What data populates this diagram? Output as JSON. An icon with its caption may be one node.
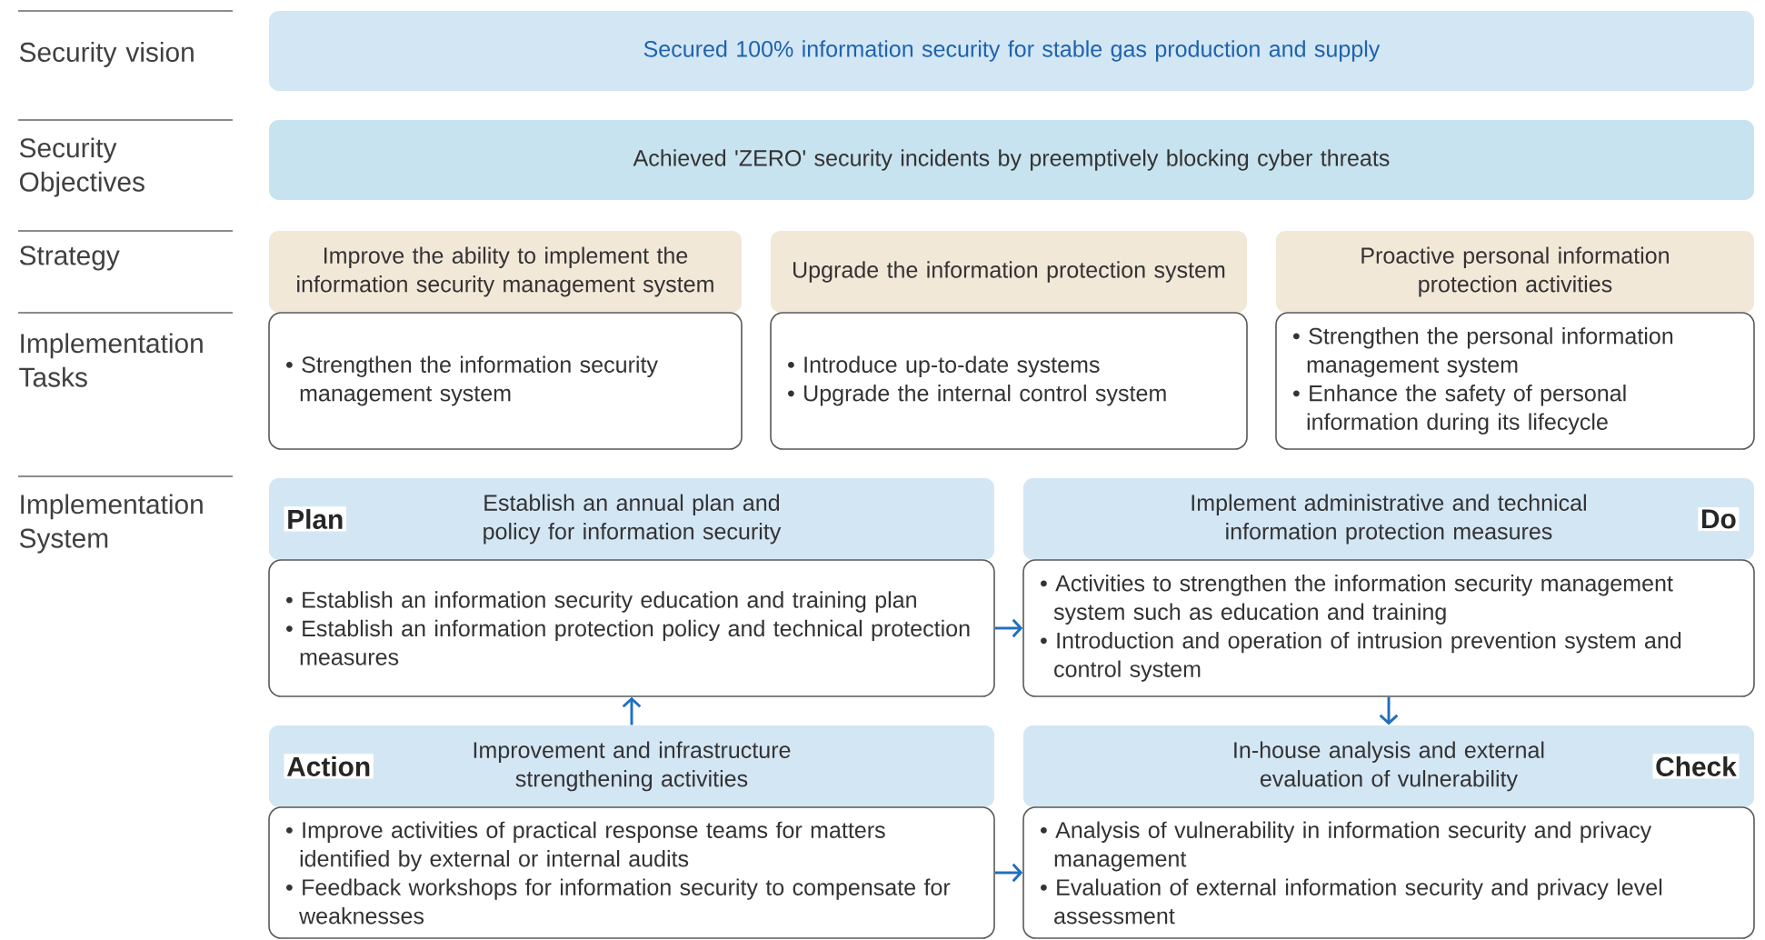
{
  "diagram": {
    "nodes": [
      {
        "text": [
          "Secured 100% information security for stable gas production and supply"
        ]
      },
      {
        "text": [
          "Achieved 'ZERO' security incidents by preemptively blocking cyber threats"
        ]
      },
      {
        "text": [
          "Improve the ability to implement the information security management system"
        ]
      },
      {
        "text": [
          "Upgrade the information protection system"
        ]
      },
      {
        "text": [
          "Proactive personal information protection activities"
        ]
      },
      {
        "text": [
          "• Strengthen the information security management system"
        ]
      },
      {
        "text": [
          "• Introduce up-to-date systems",
          "• Upgrade the internal control system"
        ]
      },
      {
        "text": [
          "• Strengthen the personal information management system",
          "• Enhance the safety of personal information during its lifecycle"
        ]
      },
      {
        "text": [
          "Plan",
          "Establish an annual plan and policy for information security"
        ]
      },
      {
        "text": [
          "Implement administrative and technical information protection measures",
          "Do"
        ]
      },
      {
        "text": [
          "• Establish an information security education and training plan",
          "• Establish an information protection policy and technical protection measures"
        ]
      },
      {
        "text": [
          "• Activities to strengthen the information security management system such as education and training",
          "• Introduction and operation of intrusion prevention system and control system"
        ]
      },
      {
        "text": [
          "Action",
          "Improvement and infrastructure strengthening activities"
        ]
      },
      {
        "text": [
          "In-house analysis and external evaluation of vulnerability",
          "Check"
        ]
      },
      {
        "text": [
          "• Improve activities of practical response teams for matters identified by external or internal audits",
          "• Feedback workshops for information security to compensate for weaknesses"
        ]
      },
      {
        "text": [
          "• Analysis of vulnerability in information security and privacy management",
          "• Evaluation of external information security and privacy level assessment"
        ]
      }
    ],
    "edges": [
      {
        "from": 10,
        "to": 11,
        "arrow": "to"
      },
      {
        "from": 11,
        "to": 13,
        "arrow": "to"
      },
      {
        "from": 12,
        "to": 10,
        "arrow": "to"
      },
      {
        "from": 14,
        "to": 15,
        "arrow": "to"
      }
    ],
    "labels": [
      "Security vision",
      "Security Objectives",
      "Strategy",
      "Implementation Tasks",
      "Implementation System"
    ]
  }
}
